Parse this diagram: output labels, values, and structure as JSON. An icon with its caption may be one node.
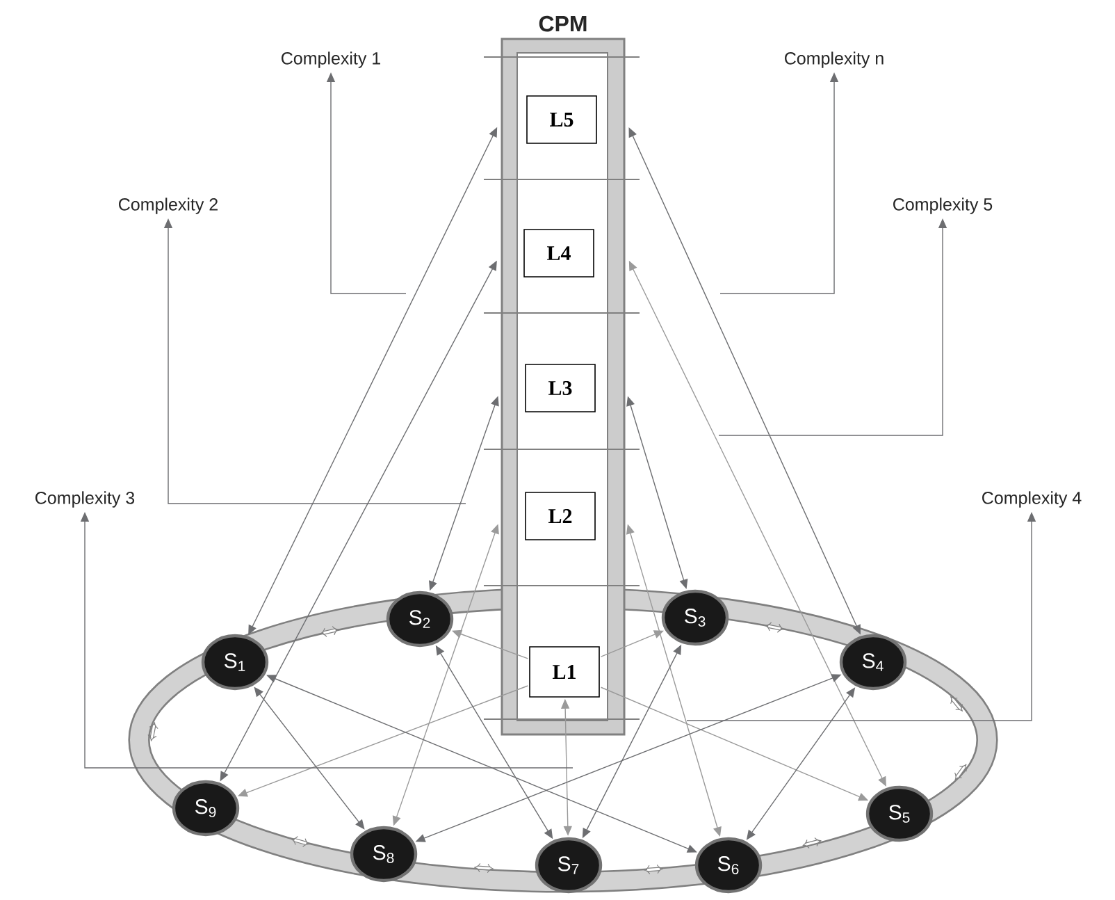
{
  "diagram": {
    "nodes": [
      {
        "text": [
          "CPM"
        ]
      },
      {
        "text": [
          "L5"
        ],
        "in": 0
      },
      {
        "text": [
          "L4"
        ],
        "in": 0
      },
      {
        "text": [
          "L3"
        ],
        "in": 0
      },
      {
        "text": [
          "L2"
        ],
        "in": 0
      },
      {
        "text": [
          "L1"
        ],
        "in": 0
      },
      {
        "text": [
          "S$_{1}$"
        ]
      },
      {
        "text": [
          "S$_{2}$"
        ]
      },
      {
        "text": [
          "S$_{3}$"
        ]
      },
      {
        "text": [
          "S$_{4}$"
        ]
      },
      {
        "text": [
          "S$_{5}$"
        ]
      },
      {
        "text": [
          "S$_{6}$"
        ]
      },
      {
        "text": [
          "S$_{7}$"
        ]
      },
      {
        "text": [
          "S$_{8}$"
        ]
      },
      {
        "text": [
          "S$_{9}$"
        ]
      },
      {
        "text": [
          "Complexity 1"
        ]
      },
      {
        "text": [
          "Complexity n"
        ]
      },
      {
        "text": [
          "Complexity 2"
        ]
      },
      {
        "text": [
          "Complexity 5"
        ]
      },
      {
        "text": [
          "Complexity 3"
        ]
      },
      {
        "text": [
          "Complexity 4"
        ]
      }
    ],
    "edges": [
      {
        "from": 6,
        "to": 1,
        "arrow": "both"
      },
      {
        "from": 14,
        "to": 2,
        "arrow": "both"
      },
      {
        "from": 7,
        "to": 3,
        "arrow": "both"
      },
      {
        "from": 13,
        "to": 4,
        "arrow": "both",
        "color": "#9a9a9a"
      },
      {
        "from": 9,
        "to": 1,
        "arrow": "both"
      },
      {
        "from": 10,
        "to": 2,
        "arrow": "both",
        "color": "#9a9a9a"
      },
      {
        "from": 8,
        "to": 3,
        "arrow": "both"
      },
      {
        "from": 11,
        "to": 4,
        "arrow": "both",
        "color": "#9a9a9a"
      },
      {
        "from": 12,
        "to": 5,
        "arrow": "both",
        "color": "#9a9a9a"
      },
      {
        "from": 5,
        "to": 7,
        "arrow": "to",
        "color": "#9a9a9a"
      },
      {
        "from": 5,
        "to": 8,
        "arrow": "to",
        "color": "#9a9a9a"
      },
      {
        "from": 5,
        "to": 10,
        "arrow": "to",
        "color": "#9a9a9a"
      },
      {
        "from": 5,
        "to": 14,
        "arrow": "to",
        "color": "#9a9a9a"
      },
      {
        "from": 6,
        "to": 11,
        "arrow": "both"
      },
      {
        "from": 6,
        "to": 13,
        "arrow": "both"
      },
      {
        "from": 7,
        "to": 12,
        "arrow": "both"
      },
      {
        "from": 8,
        "to": 12,
        "arrow": "both"
      },
      {
        "from": 9,
        "to": 13,
        "arrow": "both"
      },
      {
        "from": 9,
        "to": 11,
        "arrow": "both"
      },
      {
        "from": null,
        "to": 15,
        "arrow": "to"
      },
      {
        "from": null,
        "to": 16,
        "arrow": "to"
      },
      {
        "from": null,
        "to": 17,
        "arrow": "to"
      },
      {
        "from": null,
        "to": 18,
        "arrow": "to"
      },
      {
        "from": null,
        "to": 19,
        "arrow": "to"
      },
      {
        "from": null,
        "to": 20,
        "arrow": "to"
      }
    ]
  }
}
